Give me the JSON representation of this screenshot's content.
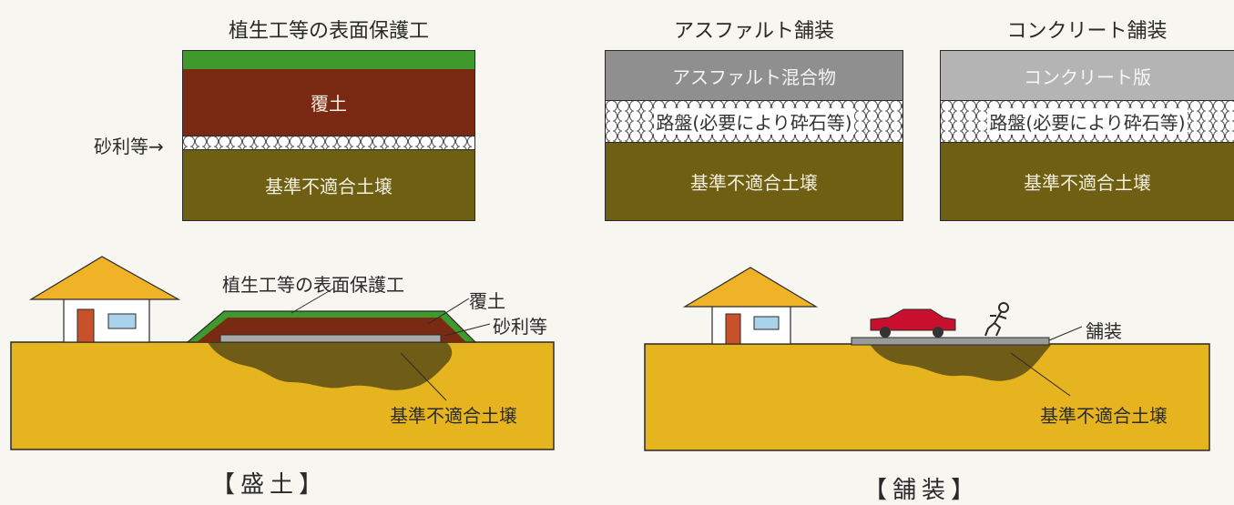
{
  "embankment": {
    "section_title": "植生工等の表面保護工",
    "layers": {
      "cover_soil": "覆土",
      "gravel_label": "砂利等→",
      "base_soil": "基準不適合土壌"
    },
    "scene": {
      "label_surface": "植生工等の表面保護工",
      "label_cover": "覆土",
      "label_gravel": "砂利等",
      "label_soil": "基準不適合土壌"
    },
    "caption": "【盛土】"
  },
  "paving": {
    "asphalt": {
      "section_title": "アスファルト舗装",
      "surface": "アスファルト混合物",
      "roadbase": "路盤(必要により砕石等)",
      "base_soil": "基準不適合土壌"
    },
    "concrete": {
      "section_title": "コンクリート舗装",
      "surface": "コンクリート版",
      "roadbase": "路盤(必要により砕石等)",
      "base_soil": "基準不適合土壌"
    },
    "scene": {
      "label_pavement": "舗装",
      "label_soil": "基準不適合土壌"
    },
    "caption": "【舗装】"
  },
  "colors": {
    "vegetation": "#3e9a2c",
    "cover_soil": "#7a2a12",
    "base_soil": "#6e5f12",
    "ground": "#e5b41e",
    "asphalt": "#8f8f8f",
    "concrete": "#b4b4b4",
    "roof": "#f0b328",
    "car": "#c8102e",
    "contamination": "#5a4e16"
  }
}
